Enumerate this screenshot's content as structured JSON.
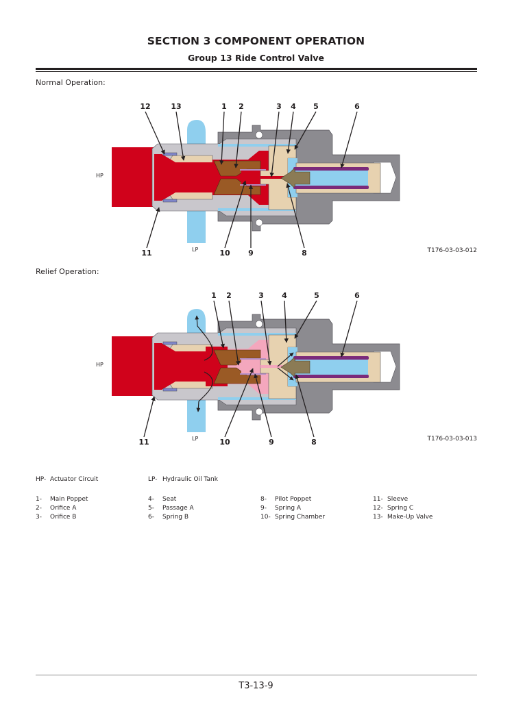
{
  "header": {
    "section_title": "SECTION 3 COMPONENT OPERATION",
    "group_title": "Group 13 Ride Control Valve"
  },
  "figures": [
    {
      "caption": "Normal Operation:",
      "figure_id": "T176-03-03-012",
      "mode": "normal",
      "ports": {
        "hp": "HP",
        "lp": "LP"
      },
      "top_callouts": [
        "12",
        "13",
        "1",
        "2",
        "3",
        "4",
        "5",
        "6"
      ],
      "bottom_callouts": [
        "11",
        "10",
        "9",
        "8"
      ]
    },
    {
      "caption": "Relief Operation:",
      "figure_id": "T176-03-03-013",
      "mode": "relief",
      "ports": {
        "hp": "HP",
        "lp": "LP"
      },
      "top_callouts": [
        "1",
        "2",
        "3",
        "4",
        "5",
        "6"
      ],
      "bottom_callouts": [
        "11",
        "10",
        "9",
        "8"
      ]
    }
  ],
  "legend": {
    "ports": [
      {
        "code": "HP-",
        "label": "Actuator Circuit"
      },
      {
        "code": "LP-",
        "label": "Hydraulic Oil Tank"
      }
    ],
    "columns": [
      [
        {
          "num": "1-",
          "label": "Main Poppet"
        },
        {
          "num": "2-",
          "label": "Orifice A"
        },
        {
          "num": "3-",
          "label": "Orifice B"
        }
      ],
      [
        {
          "num": "4-",
          "label": "Seat"
        },
        {
          "num": "5-",
          "label": "Passage A"
        },
        {
          "num": "6-",
          "label": "Spring B"
        }
      ],
      [
        {
          "num": "8-",
          "label": "Pilot Poppet"
        },
        {
          "num": "9-",
          "label": "Spring A"
        },
        {
          "num": "10-",
          "label": "Spring Chamber"
        }
      ],
      [
        {
          "num": "11-",
          "label": "Sleeve"
        },
        {
          "num": "12-",
          "label": "Spring C"
        },
        {
          "num": "13-",
          "label": "Make-Up Valve"
        }
      ]
    ]
  },
  "colors": {
    "high_pressure": "#d0021b",
    "low_pressure": "#8fcfee",
    "body_dark": "#8c8b90",
    "body_light": "#c9c7cc",
    "seat_tan": "#e7d2b0",
    "poppet_brown": "#9a5a25",
    "spring_purple": "#7b2a7a",
    "pilot_olive": "#8b7b55",
    "spring_chamber_pink": "#f4a7bd"
  },
  "footer": {
    "page_number": "T3-13-9"
  }
}
